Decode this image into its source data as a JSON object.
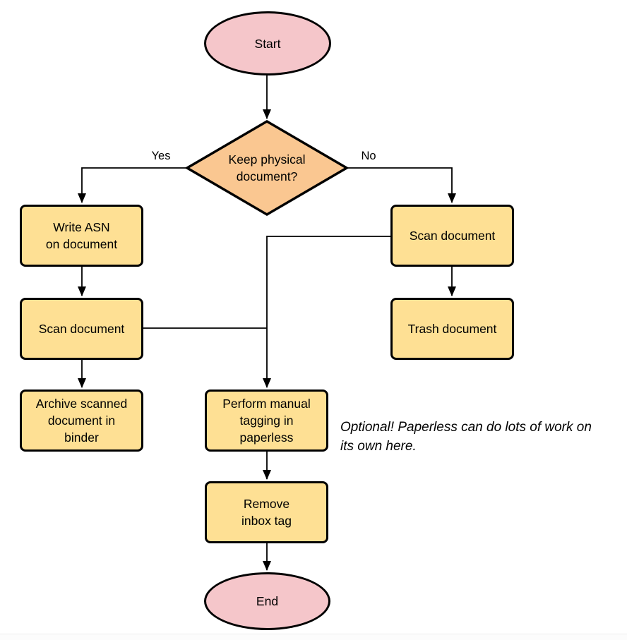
{
  "diagram": {
    "nodes": {
      "start": {
        "label": "Start"
      },
      "decision": {
        "label": "Keep physical\ndocument?"
      },
      "write_asn": {
        "label": "Write ASN\non document"
      },
      "scan_left": {
        "label": "Scan document"
      },
      "archive": {
        "label": "Archive scanned\ndocument in\nbinder"
      },
      "scan_right": {
        "label": "Scan document"
      },
      "trash": {
        "label": "Trash document"
      },
      "tagging": {
        "label": "Perform manual\ntagging in\npaperless"
      },
      "remove_inbox": {
        "label": "Remove\ninbox tag"
      },
      "end": {
        "label": "End"
      }
    },
    "edge_labels": {
      "yes": "Yes",
      "no": "No"
    },
    "annotation": "Optional! Paperless can do lots of work on\nits own here."
  },
  "colors": {
    "terminator_fill": "#F5C6CA",
    "process_fill": "#FEE094",
    "decision_fill": "#FAC791",
    "stroke": "#000000",
    "text": "#000000"
  }
}
